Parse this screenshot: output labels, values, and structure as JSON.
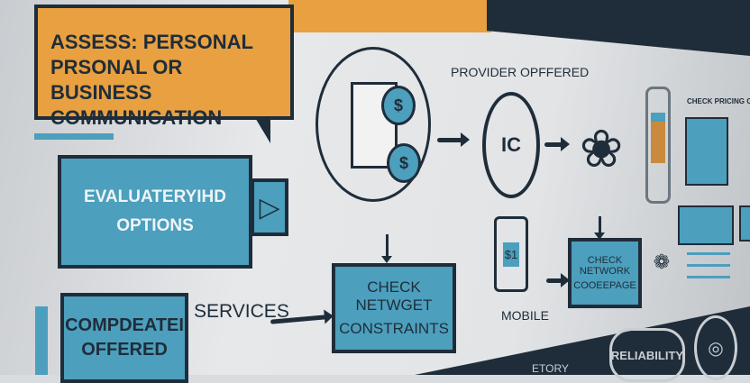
{
  "colors": {
    "dark": "#1f2d3a",
    "teal": "#4c9fbd",
    "orange": "#e8a040",
    "background": "#dcdee0"
  },
  "assess": {
    "line1": "ASSESS: PERSONAL",
    "line2": "PRSONAL OR BUSINESS",
    "line3": "COMMUNICATION"
  },
  "evaluate": {
    "line1": "EVALUATERYIHD",
    "line2": "OPTIONS"
  },
  "compare": {
    "line1": "COMPDEATEI",
    "line2": "OFFERED"
  },
  "services": "SERVICES",
  "check_constraints": {
    "line1": "CHECK NETWGET",
    "line2": "CONSTRAINTS"
  },
  "provider": "PROVIDER OPFFERED",
  "ic": "IC",
  "mobile": "MOBILE",
  "mobile_icon_text": "$1",
  "check_coverage": {
    "line1": "CHECK NETWORK",
    "line2": "COOEEPAGE"
  },
  "pricing": "CHECK PRICING OPTIONS",
  "reliability": "RELIABILITY",
  "bottom_text": "ETORY",
  "icons": [
    "document-dollar-icon",
    "speech-bubble-icon",
    "brain-icon",
    "smartphone-icon",
    "mobile-device-icon",
    "network-icon",
    "wifi-icon"
  ]
}
